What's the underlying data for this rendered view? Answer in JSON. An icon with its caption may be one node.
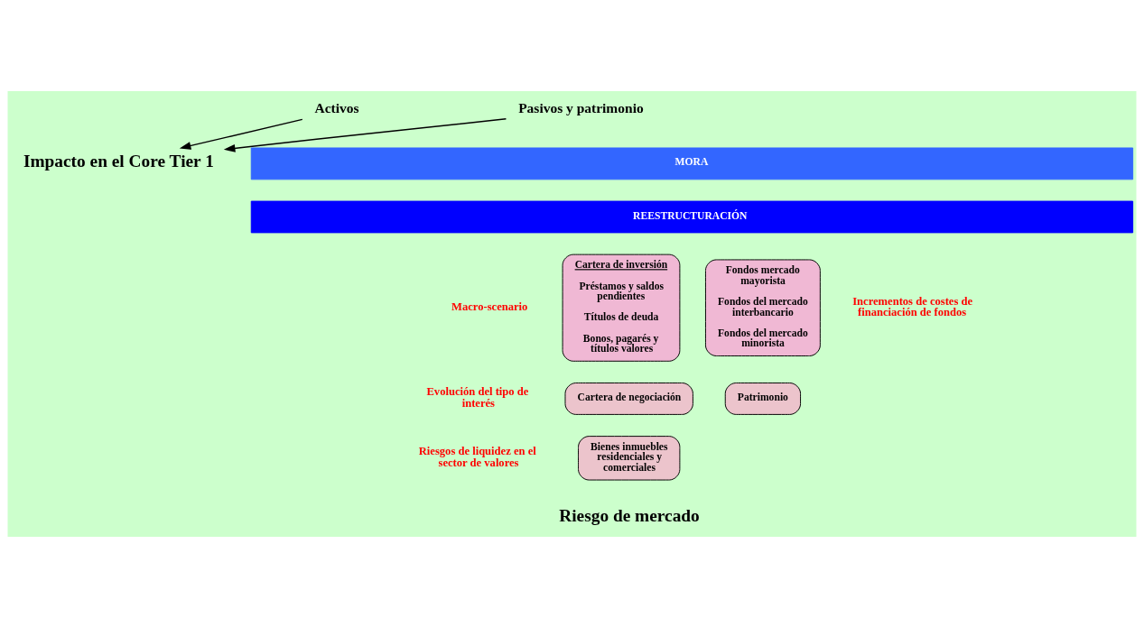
{
  "diagram": {
    "nodes": [
      {
        "text": [
          "Impacto en el Core Tier 1"
        ]
      },
      {
        "text": [
          "Activos"
        ]
      },
      {
        "text": [
          "Pasivos y patrimonio"
        ]
      },
      {
        "text": [
          "Cartera de inversión",
          "Préstamos y saldos pendientes",
          "Títulos de deuda",
          "Bonos, pagarés y títulos valores"
        ]
      },
      {
        "text": [
          "Cartera de negociación"
        ]
      },
      {
        "text": [
          "Bienes inmuebles residenciales y comerciales"
        ]
      },
      {
        "text": [
          "Fondos mercado mayorista",
          "Fondos del mercado interbancario",
          "Fondos del mercado minorista"
        ]
      },
      {
        "text": [
          "Patrimonio"
        ]
      },
      {
        "text": [
          "MORA"
        ]
      },
      {
        "text": [
          "REESTRUCTURACIÓN"
        ]
      }
    ],
    "edges": [
      {
        "from": 1,
        "to": 0,
        "arrow": "to"
      },
      {
        "from": 2,
        "to": 0,
        "arrow": "to"
      }
    ],
    "labels": [
      "Macro-scenario",
      "Evolución del tipo de interés",
      "Riesgos de liquidez en el sector de valores",
      "Incrementos de costes de financiación de fondos",
      "Riesgo de mercado"
    ]
  }
}
